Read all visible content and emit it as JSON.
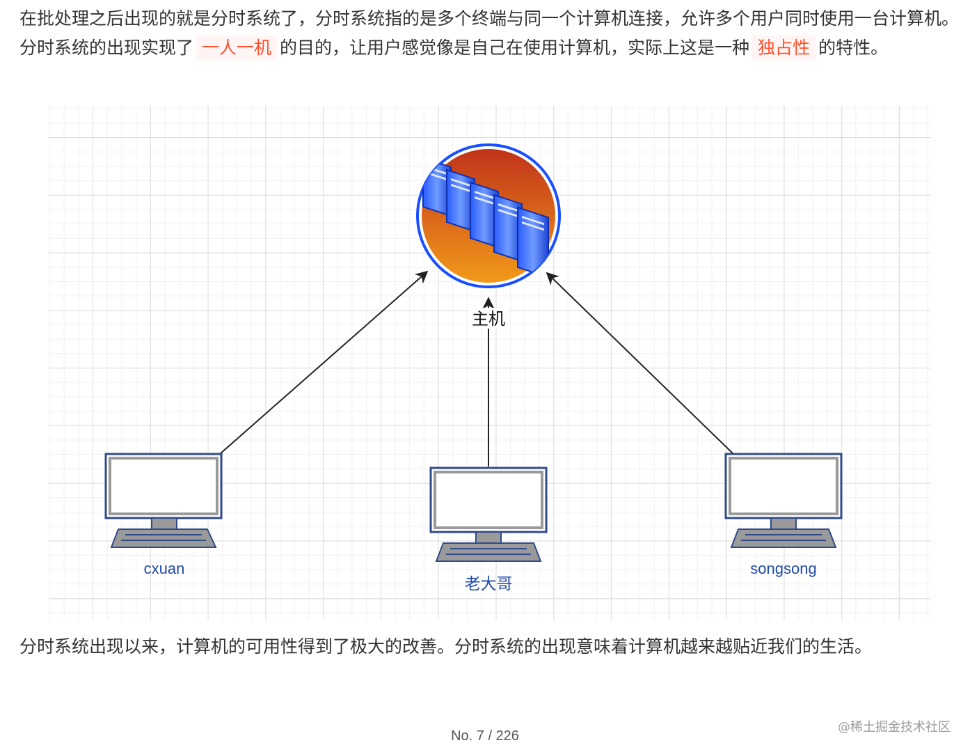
{
  "document": {
    "para1_a": "在批处理之后出现的就是分时系统了，分时系统指的是多个终端与同一个计算机连接，允许多个用户同时使用一台计算机。分时系统的出现实现了",
    "highlight1": "一人一机",
    "para1_b": "的目的，让用户感觉像是自己在使用计算机，实际上这是一种",
    "highlight2": "独占性",
    "para1_c": "的特性。",
    "para2": "分时系统出现以来，计算机的可用性得到了极大的改善。分时系统的出现意味着计算机越来越贴近我们的生活。"
  },
  "diagram": {
    "host_label": "主机",
    "terminals": [
      {
        "label": "cxuan"
      },
      {
        "label": "老大哥"
      },
      {
        "label": "songsong"
      }
    ],
    "colors": {
      "label_blue": "#1f4aa8",
      "arrow": "#222222",
      "host_ring": "#1a4fff",
      "host_fill_top": "#c0331a",
      "host_fill_bottom": "#f29a1a",
      "server_blue": "#3b73ff",
      "monitor_frame": "#2f4b8a",
      "monitor_bezel": "#9a9a9a"
    }
  },
  "footer": {
    "page_number": "No. 7 / 226",
    "watermark": "@稀土掘金技术社区"
  }
}
